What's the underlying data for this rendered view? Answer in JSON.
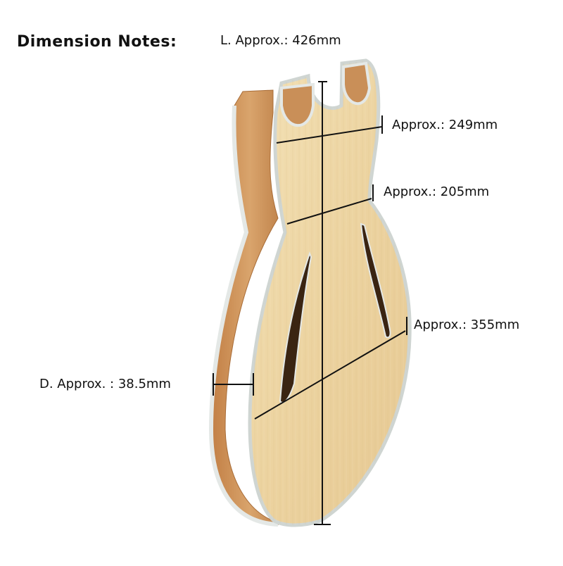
{
  "header": {
    "title": "Dimension Notes:"
  },
  "dimensions": {
    "length": "L. Approx.:  426mm",
    "upper_width": "Approx.:  249mm",
    "waist_width": "Approx.:  205mm",
    "lower_width": "Approx.:  355mm",
    "depth": "D. Approx. :  38.5mm"
  },
  "colors": {
    "top_wood": "#eed8a8",
    "side_wood": "#c98f58",
    "binding": "#e4e8e6",
    "f_hole": "#3a2412",
    "dimension_line": "#111111"
  }
}
